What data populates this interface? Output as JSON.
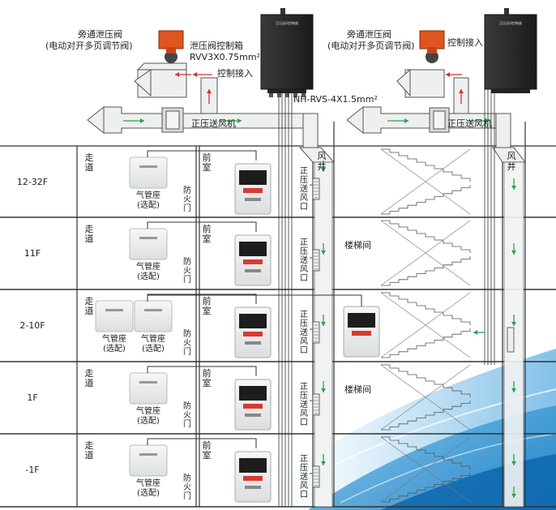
{
  "floors": [
    {
      "id": "f1232",
      "label": "12-32F",
      "corridor": "走\n道",
      "front_room": "前\n室",
      "fire_door": "防\n火\n门",
      "vent": "正\n压\n送\n风\n口",
      "base": "气管座",
      "optional": "(选配)",
      "stair": ""
    },
    {
      "id": "f11",
      "label": "11F",
      "corridor": "走\n道",
      "front_room": "前\n室",
      "fire_door": "防\n火\n门",
      "vent": "正\n压\n送\n风\n口",
      "base": "气管座",
      "optional": "(选配)",
      "stair": "楼梯间"
    },
    {
      "id": "f210",
      "label": "2-10F",
      "corridor": "走\n道",
      "front_room": "前\n室",
      "fire_door": "防\n火\n门",
      "vent": "正\n压\n送\n风\n口",
      "base": "气管座",
      "optional": "(选配)",
      "stair": ""
    },
    {
      "id": "f1",
      "label": "1F",
      "corridor": "走\n道",
      "front_room": "前\n室",
      "fire_door": "防\n火\n门",
      "vent": "正\n压\n送\n风\n口",
      "base": "气管座",
      "optional": "(选配)",
      "stair": "楼梯间"
    },
    {
      "id": "fm1",
      "label": "-1F",
      "corridor": "走\n道",
      "front_room": "前\n室",
      "fire_door": "防\n火\n门",
      "vent": "正\n压\n送\n风\n口",
      "base": "气管座",
      "optional": "(选配)",
      "stair": ""
    }
  ],
  "top": {
    "bypass_valve_left": "旁通泄压阀",
    "bypass_valve_left_sub": "(电动对开多页调节阀)",
    "control_box_label": "泄压阀控制箱",
    "cable_rvv": "RVV3X0.75mm²",
    "control_access_left": "控制接入",
    "cable_nh": "NH-RVS-4X1.5mm²",
    "fan_left": "正压送风机",
    "bypass_valve_right": "旁通泄压阀",
    "bypass_valve_right_sub": "(电动对开多页调节阀)",
    "control_access_right": "控制接入",
    "fan_right": "正压送风机"
  },
  "shafts": {
    "left": "风\n井",
    "right": "风\n井"
  },
  "colors": {
    "duct_fill": "#eef0f0",
    "duct_stroke": "#555555",
    "arrow_green": "#2aa34a",
    "arrow_red": "#d2322d",
    "wave_blue": "#1f8fd6",
    "actuator_orange": "#e0541f",
    "box_dark": "#2a2a2a"
  }
}
